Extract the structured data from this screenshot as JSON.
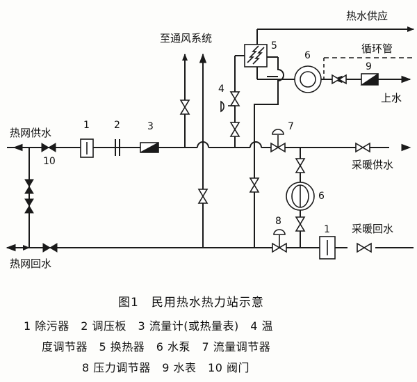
{
  "labels": {
    "hot_water_supply": "热水供应",
    "ventilation": "至通风系统",
    "circulation": "循环管",
    "makeup_water": "上水",
    "net_supply": "热网供水",
    "net_return": "热网回水",
    "heating_supply": "采暖供水",
    "heating_return": "采暖回水"
  },
  "component_numbers": {
    "n1a": "1",
    "n2": "2",
    "n3": "3",
    "n4": "4",
    "n5": "5",
    "n6a": "6",
    "n6b": "6",
    "n7": "7",
    "n8": "8",
    "n9": "9",
    "n10": "10",
    "n1b": "1"
  },
  "caption": {
    "title": "图1　民用热水热力站示意",
    "legend_line1": "1 除污器　2 调压板　3 流量计(或热量表)　4 温",
    "legend_line2": "度调节器　5 换热器　6 水泵　7 流量调节器",
    "legend_line3": "8 压力调节器　9 水表　10 阀门"
  }
}
